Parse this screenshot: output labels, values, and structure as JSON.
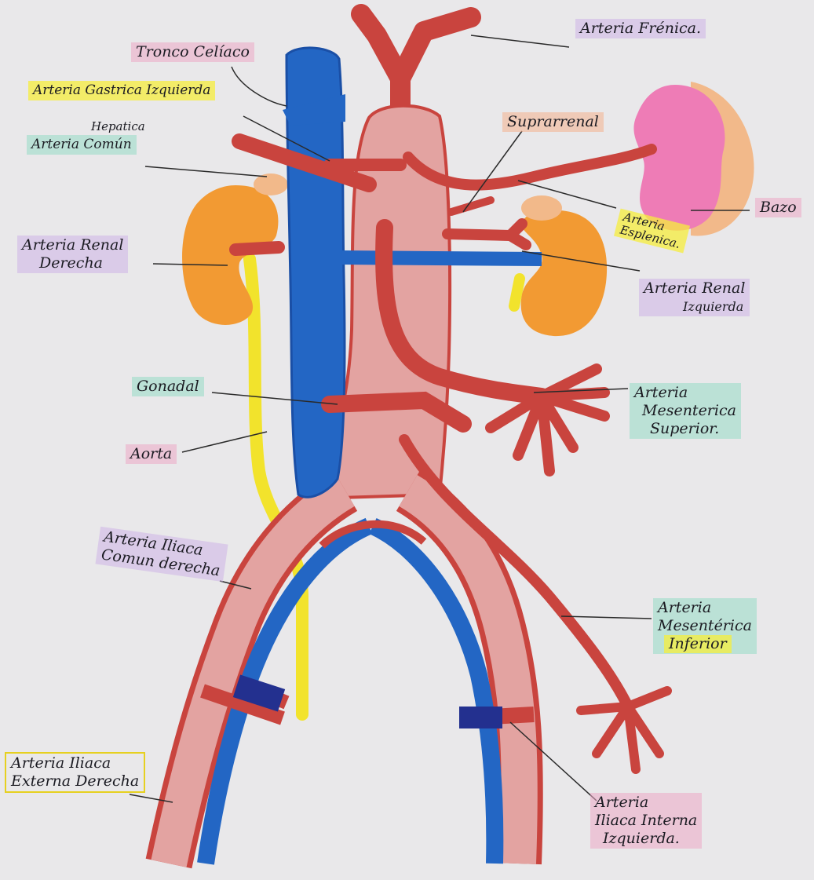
{
  "labels": {
    "frenica": "Arteria Frénica.",
    "tronco": "Tronco Celíaco",
    "gastrica": "Arteria Gastrica Izquierda",
    "hepatica_top": "Hepatica",
    "hepatica_bottom": "Arteria Común",
    "suprarrenal": "Suprarrenal",
    "bazo": "Bazo",
    "esplenica_1": "Arteria",
    "esplenica_2": "Esplenica.",
    "renal_der_1": "Arteria Renal",
    "renal_der_2": "Derecha",
    "renal_izq_1": "Arteria Renal",
    "renal_izq_2": "Izquierda",
    "gonadal": "Gonadal",
    "mes_sup_1": "Arteria",
    "mes_sup_2": "Mesenterica",
    "mes_sup_3": "Superior.",
    "aorta": "Aorta",
    "iliaca_comun_1": "Arteria Iliaca",
    "iliaca_comun_2": "Comun derecha",
    "mes_inf_1": "Arteria",
    "mes_inf_2": "Mesentérica",
    "mes_inf_3": "Inferior",
    "iliaca_ext_1": "Arteria Iliaca",
    "iliaca_ext_2": "Externa Derecha",
    "iliaca_int_1": "Arteria",
    "iliaca_int_2": "Iliaca Interna",
    "iliaca_int_3": "Izquierda."
  },
  "colors": {
    "artery": "#c9443e",
    "artery_dark": "#b83431",
    "aorta_fill": "#e3a3a1",
    "vein": "#2366c4",
    "vein_dark": "#1a4fa6",
    "kidney": "#f29a33",
    "spleen": "#ee7cb6",
    "spleen_edge": "#f2b98a",
    "ureter": "#f2e32c",
    "leader": "#2a2a2a"
  }
}
